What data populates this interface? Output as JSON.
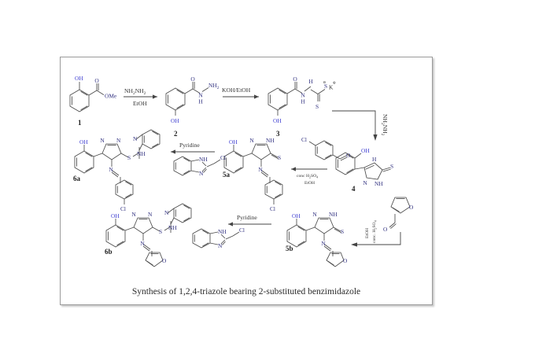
{
  "figure": {
    "caption": "Synthesis of 1,2,4-triazole bearing 2-substituted benzimidazole",
    "frame_color": "#9a9a9a",
    "background": "#ffffff",
    "heteroatom_color": "#2f2f7f",
    "hydroxyl_color": "#3b3bd0"
  },
  "compounds": {
    "c1": {
      "label": "1",
      "name": "methyl salicylate",
      "atoms": {
        "oh": "OH",
        "o": "O",
        "ome": "OMe"
      }
    },
    "c2": {
      "label": "2",
      "name": "salicylhydrazide",
      "atoms": {
        "o": "O",
        "n": "N",
        "h": "H",
        "nh2": "NH2",
        "oh": "OH"
      }
    },
    "c3": {
      "label": "3",
      "name": "potassium dithiocarbazate",
      "atoms": {
        "o": "O",
        "h": "H",
        "n": "N",
        "s_thione": "S",
        "s_salt": "S",
        "k": "K",
        "charge_minus": "⊖",
        "charge_plus": "⊕"
      }
    },
    "c4": {
      "label": "4",
      "name": "5-(2-hydroxyphenyl)-4H-1,2,4-triazole-3-thiol",
      "atoms": {
        "oh": "OH",
        "h": "H",
        "n": "N",
        "nh": "NH",
        "s": "S"
      }
    },
    "c5a": {
      "label": "5a",
      "name": "4-chlorobenzylidene triazole-thione",
      "atoms": {
        "oh": "OH",
        "n": "N",
        "nh": "NH",
        "s": "S",
        "cl": "Cl"
      }
    },
    "c5b": {
      "label": "5b",
      "name": "furfurylidene triazole-thione",
      "atoms": {
        "oh": "OH",
        "n": "N",
        "nh": "NH",
        "s": "S",
        "o": "O"
      }
    },
    "c6a": {
      "label": "6a",
      "name": "benzimidazolylmethylthio triazole (4-chlorophenyl)",
      "atoms": {
        "oh": "OH",
        "n": "N",
        "s": "S",
        "h": "H",
        "cl": "Cl"
      }
    },
    "c6b": {
      "label": "6b",
      "name": "benzimidazolylmethylthio triazole (furyl)",
      "atoms": {
        "oh": "OH",
        "n": "N",
        "s": "S",
        "h": "H",
        "o": "O"
      }
    }
  },
  "reagents": {
    "step1": {
      "above": "NH2NH2",
      "below": "EtOH"
    },
    "step2": {
      "above": "KOH/EtOH",
      "below": ""
    },
    "step3": {
      "vertical": "NH2NH2"
    },
    "step4a": {
      "above": "conc H2SO4",
      "below": "EtOH",
      "substrate": "4-chlorobenzaldehyde",
      "substrate_atoms": {
        "cl": "Cl",
        "o": "O"
      }
    },
    "step4b": {
      "vertical_top": "conc. H2SO4",
      "vertical_bottom": "EtOH",
      "substrate": "furfural",
      "substrate_atoms": {
        "o_ring": "O",
        "o_cho": "O"
      }
    },
    "step5a": {
      "above": "Pyridine",
      "substrate": "2-(chloromethyl)benzimidazole",
      "substrate_atoms": {
        "nh": "NH",
        "n": "N",
        "cl": "Cl"
      }
    },
    "step5b": {
      "above": "Pyridine",
      "substrate": "2-(chloromethyl)benzimidazole",
      "substrate_atoms": {
        "nh": "NH",
        "n": "N",
        "cl": "Cl"
      }
    }
  }
}
